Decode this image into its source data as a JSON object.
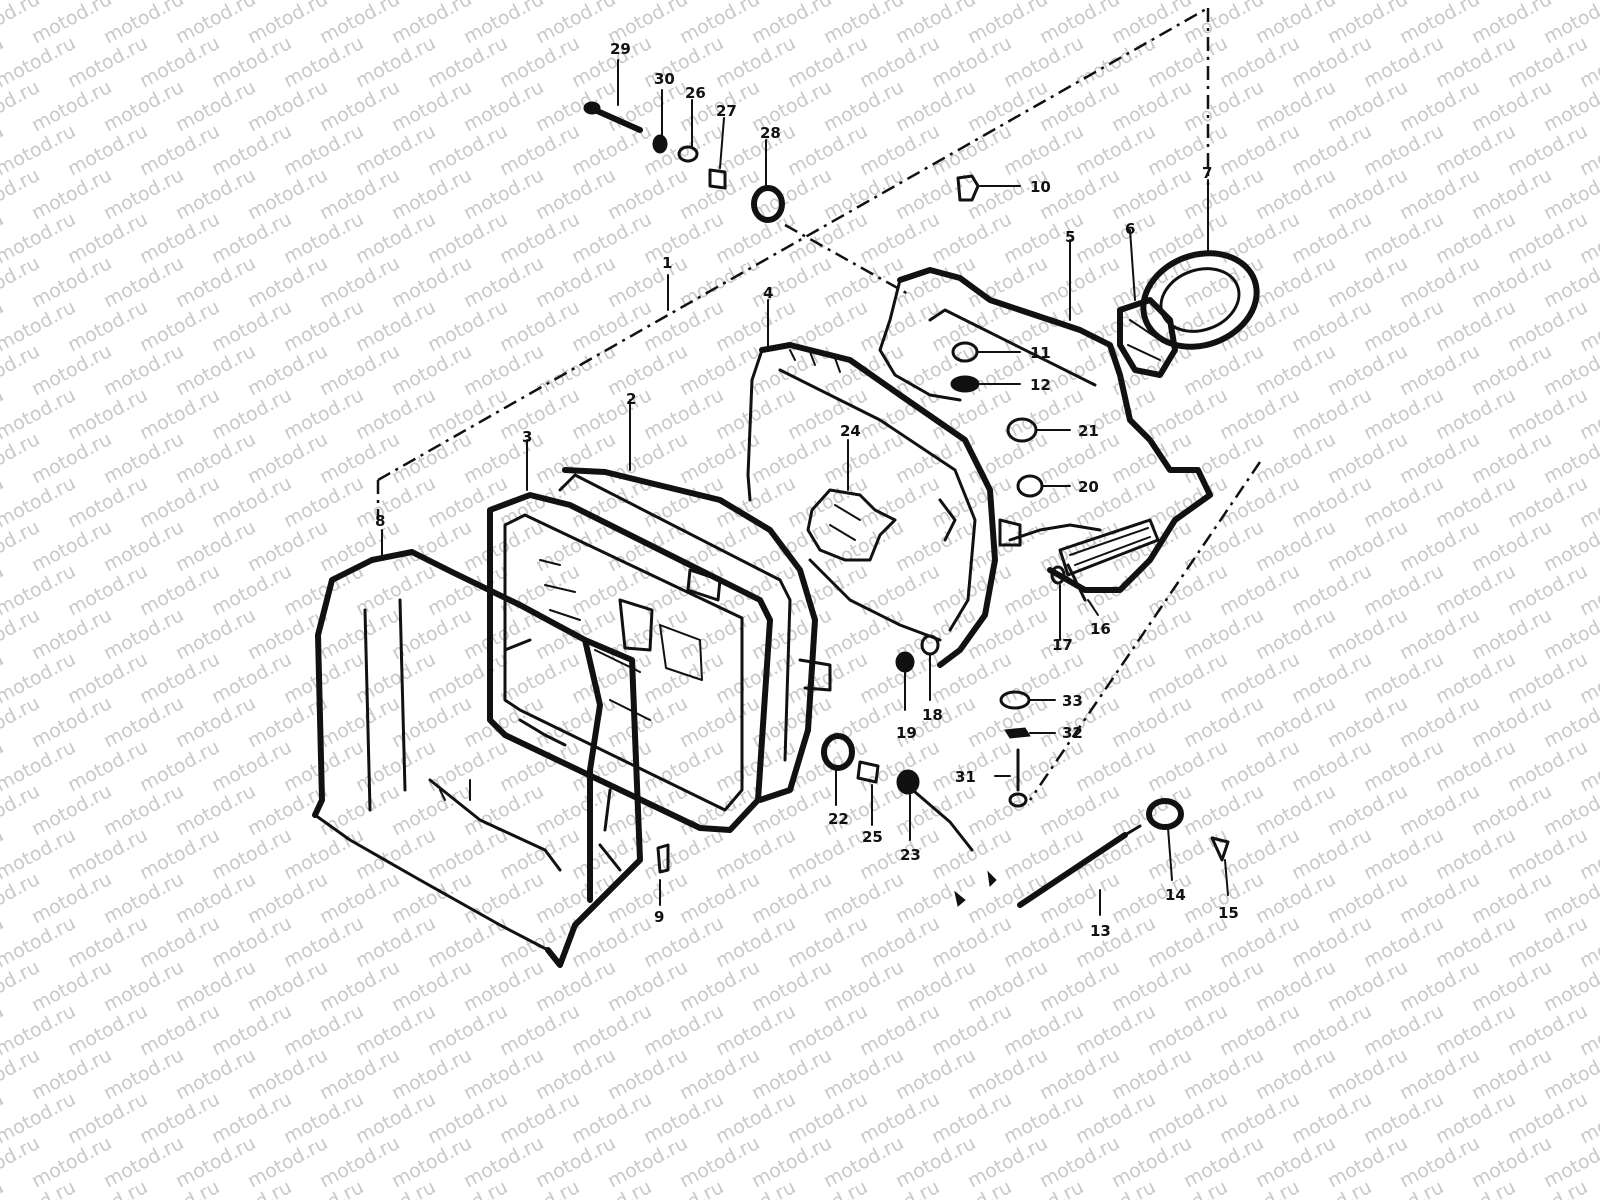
{
  "watermark": {
    "text": "motod.ru",
    "color": "#c8c8c8"
  },
  "colors": {
    "line": "#111111",
    "background": "#ffffff"
  },
  "parts": [
    {
      "id": "label-1",
      "text": "1"
    },
    {
      "id": "label-2",
      "text": "2"
    },
    {
      "id": "label-3",
      "text": "3"
    },
    {
      "id": "label-4",
      "text": "4"
    },
    {
      "id": "label-5",
      "text": "5"
    },
    {
      "id": "label-6",
      "text": "6"
    },
    {
      "id": "label-7",
      "text": "7"
    },
    {
      "id": "label-8",
      "text": "8"
    },
    {
      "id": "label-9",
      "text": "9"
    },
    {
      "id": "label-10",
      "text": "10"
    },
    {
      "id": "label-11",
      "text": "11"
    },
    {
      "id": "label-12",
      "text": "12"
    },
    {
      "id": "label-13",
      "text": "13"
    },
    {
      "id": "label-14",
      "text": "14"
    },
    {
      "id": "label-15",
      "text": "15"
    },
    {
      "id": "label-16",
      "text": "16"
    },
    {
      "id": "label-17",
      "text": "17"
    },
    {
      "id": "label-18",
      "text": "18"
    },
    {
      "id": "label-19",
      "text": "19"
    },
    {
      "id": "label-20",
      "text": "20"
    },
    {
      "id": "label-21",
      "text": "21"
    },
    {
      "id": "label-22",
      "text": "22"
    },
    {
      "id": "label-23",
      "text": "23"
    },
    {
      "id": "label-24",
      "text": "24"
    },
    {
      "id": "label-25",
      "text": "25"
    },
    {
      "id": "label-26",
      "text": "26"
    },
    {
      "id": "label-27",
      "text": "27"
    },
    {
      "id": "label-28",
      "text": "28"
    },
    {
      "id": "label-29",
      "text": "29"
    },
    {
      "id": "label-30",
      "text": "30"
    },
    {
      "id": "label-31",
      "text": "31"
    },
    {
      "id": "label-32",
      "text": "32"
    },
    {
      "id": "label-33",
      "text": "33"
    }
  ]
}
